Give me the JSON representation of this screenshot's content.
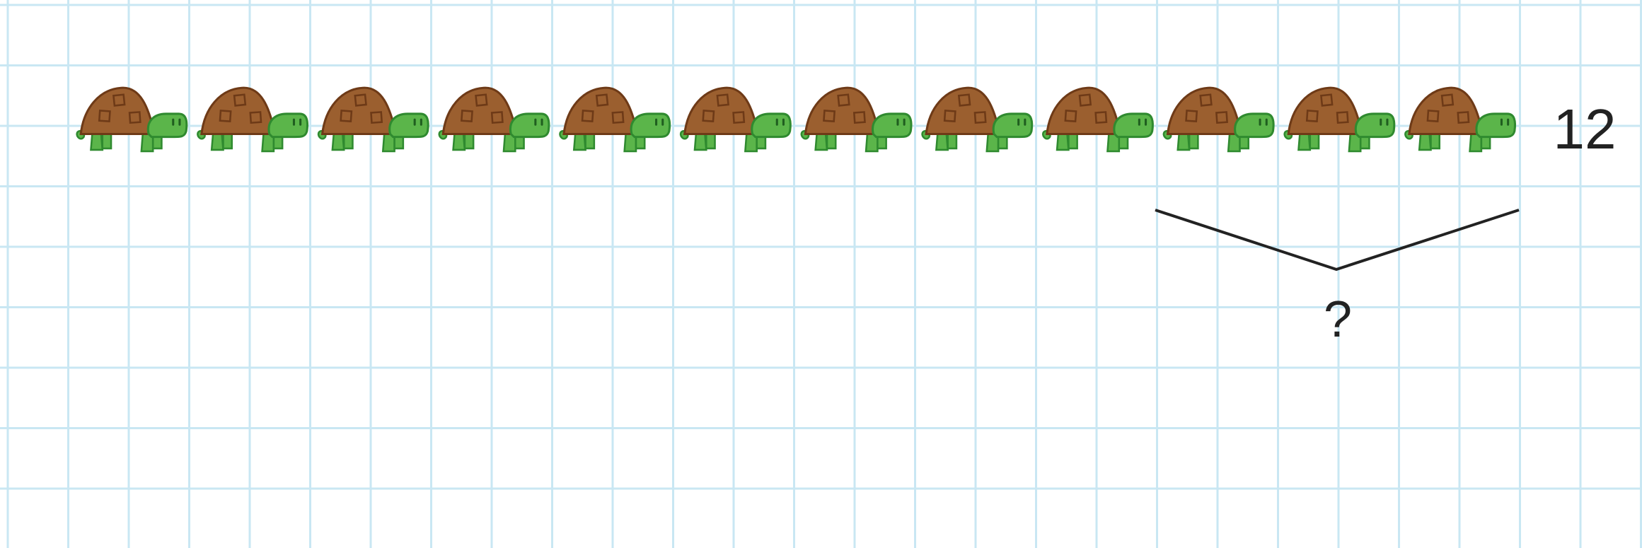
{
  "figure": {
    "total_label": "12",
    "unknown_label": "?",
    "turtle_count": 12,
    "bracket_spans_turtles": [
      10,
      12
    ],
    "item_icon": "turtle-icon",
    "colors": {
      "grid_line": "#c9e7f3",
      "shell": "#9b5f2f",
      "shell_outline": "#6e3a17",
      "body": "#5bb54a",
      "body_outline": "#2f8a2f",
      "text": "#222222",
      "bracket": "#222222"
    }
  }
}
